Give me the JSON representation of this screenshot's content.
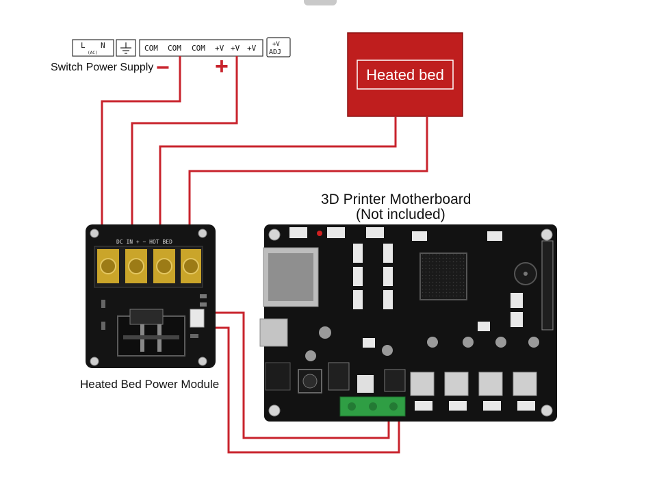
{
  "power_supply": {
    "label": "Switch Power Supply",
    "terminals": [
      "L",
      "N",
      "(AC)",
      "COM",
      "COM",
      "COM",
      "+V",
      "+V",
      "+V",
      "+V",
      "ADJ"
    ],
    "minus": "−",
    "plus": "+"
  },
  "heated_bed": {
    "label": "Heated bed",
    "color": "#bf1e1e"
  },
  "motherboard": {
    "title": "3D Printer Motherboard",
    "subtitle": "(Not included)"
  },
  "module": {
    "label": "Heated Bed Power Module",
    "terminal_text": "DC IN + −  HOT BED"
  },
  "wire_color": "#c8232c"
}
